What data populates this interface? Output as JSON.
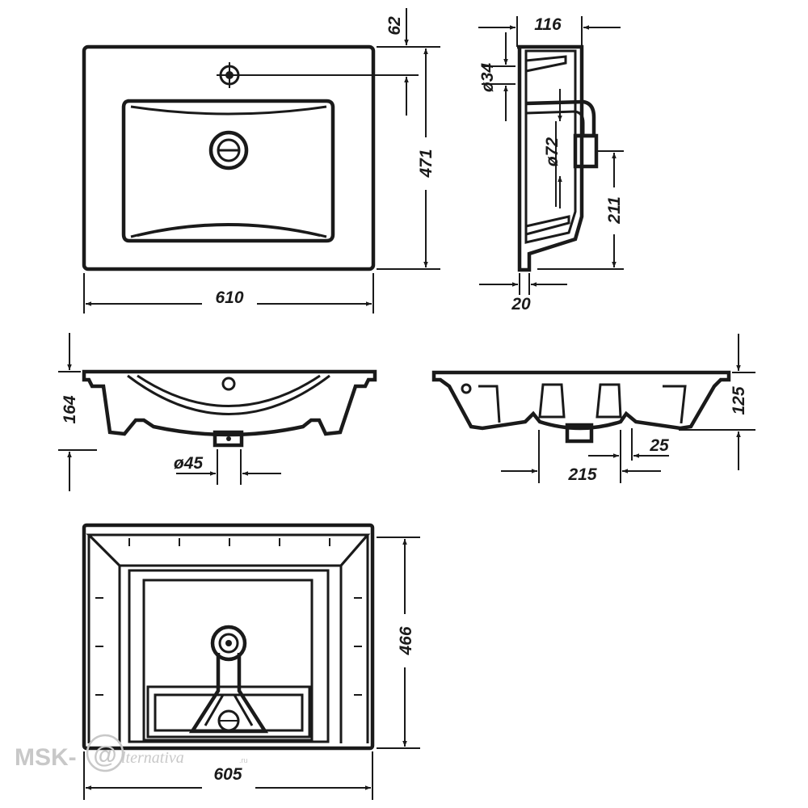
{
  "dimensions": {
    "top_view_width": "610",
    "top_view_height": "471",
    "tap_hole_offset": "62",
    "side_depth": "116",
    "tap_hole_diameter": "ø34",
    "overflow_diameter": "ø72",
    "overflow_height": "211",
    "side_thickness": "20",
    "front_height": "164",
    "drain_diameter": "ø45",
    "rear_height": "125",
    "rear_spacing": "215",
    "rear_gap": "25",
    "bottom_depth": "466",
    "bottom_width": "605"
  },
  "watermark": {
    "brand_left": "MSK-",
    "brand_mark": "@",
    "brand_right": "lternativa",
    "domain_suffix": ".ru"
  },
  "colors": {
    "line": "#1a1a1a",
    "watermark": "#c8c8c8"
  }
}
